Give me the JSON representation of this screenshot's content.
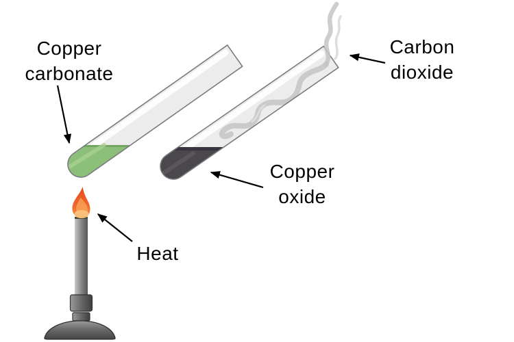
{
  "labels": {
    "copper_carbonate": "Copper carbonate",
    "carbon_dioxide": "Carbon dioxide",
    "copper_oxide": "Copper oxide",
    "heat": "Heat"
  },
  "icons": {
    "left_tube": "test-tube-icon",
    "right_tube": "test-tube-icon",
    "burner": "bunsen-burner-icon",
    "flame": "flame-icon",
    "smoke": "smoke-icon",
    "pointer": "arrow-icon"
  },
  "colors": {
    "background": "#ffffff",
    "text": "#000000",
    "arrow": "#000000",
    "glass": "#ececec",
    "glass_highlight": "#ffffff",
    "glass_outline": "#7b7b7e",
    "copper_carbonate_green": "#8cc07a",
    "copper_carbonate_green_edge": "#75a562",
    "copper_oxide_black": "#4b484d",
    "copper_oxide_edge": "#383540",
    "smoke_gray": "#c7c7c7",
    "flame_red_orange": "#e8491b",
    "flame_orange": "#f0682c",
    "flame_glow": "#fbc17c",
    "burner_metal_gray": "#6b6b6b"
  }
}
